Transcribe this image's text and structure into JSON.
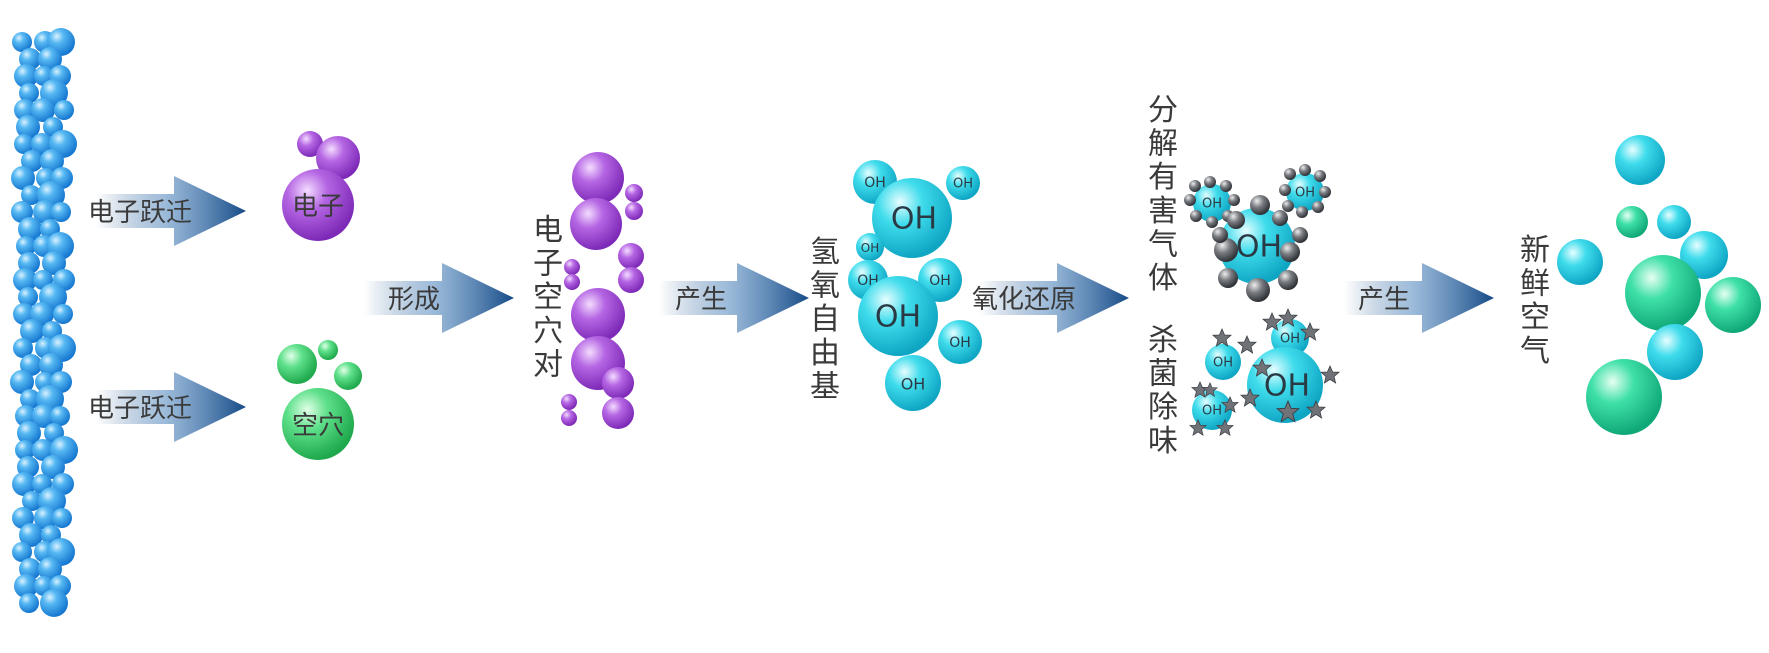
{
  "stages": {
    "electron_jump_top": "电子跃迁",
    "electron_jump_bottom": "电子跃迁",
    "electron": "电子",
    "hole": "空穴",
    "form": "形成",
    "pair": "电子空穴对",
    "produce_1": "产生",
    "radical": "氢氧自由基",
    "redox": "氧化还原",
    "decompose": "分解有害气体",
    "sterilize": "杀菌除味",
    "produce_2": "产生",
    "fresh_air": "新鲜空气"
  },
  "oh_label": "OH",
  "oh_small": "oh",
  "colors": {
    "blue_bead": "#2f9be6",
    "purple": "#a34fd6",
    "green": "#3fcf6a",
    "cyan": "#22cbe0",
    "arrow": "#1a4e86",
    "gray": "#555a60"
  },
  "icons": [
    "gradient-arrow",
    "sphere",
    "gray-particle",
    "star-particle"
  ]
}
